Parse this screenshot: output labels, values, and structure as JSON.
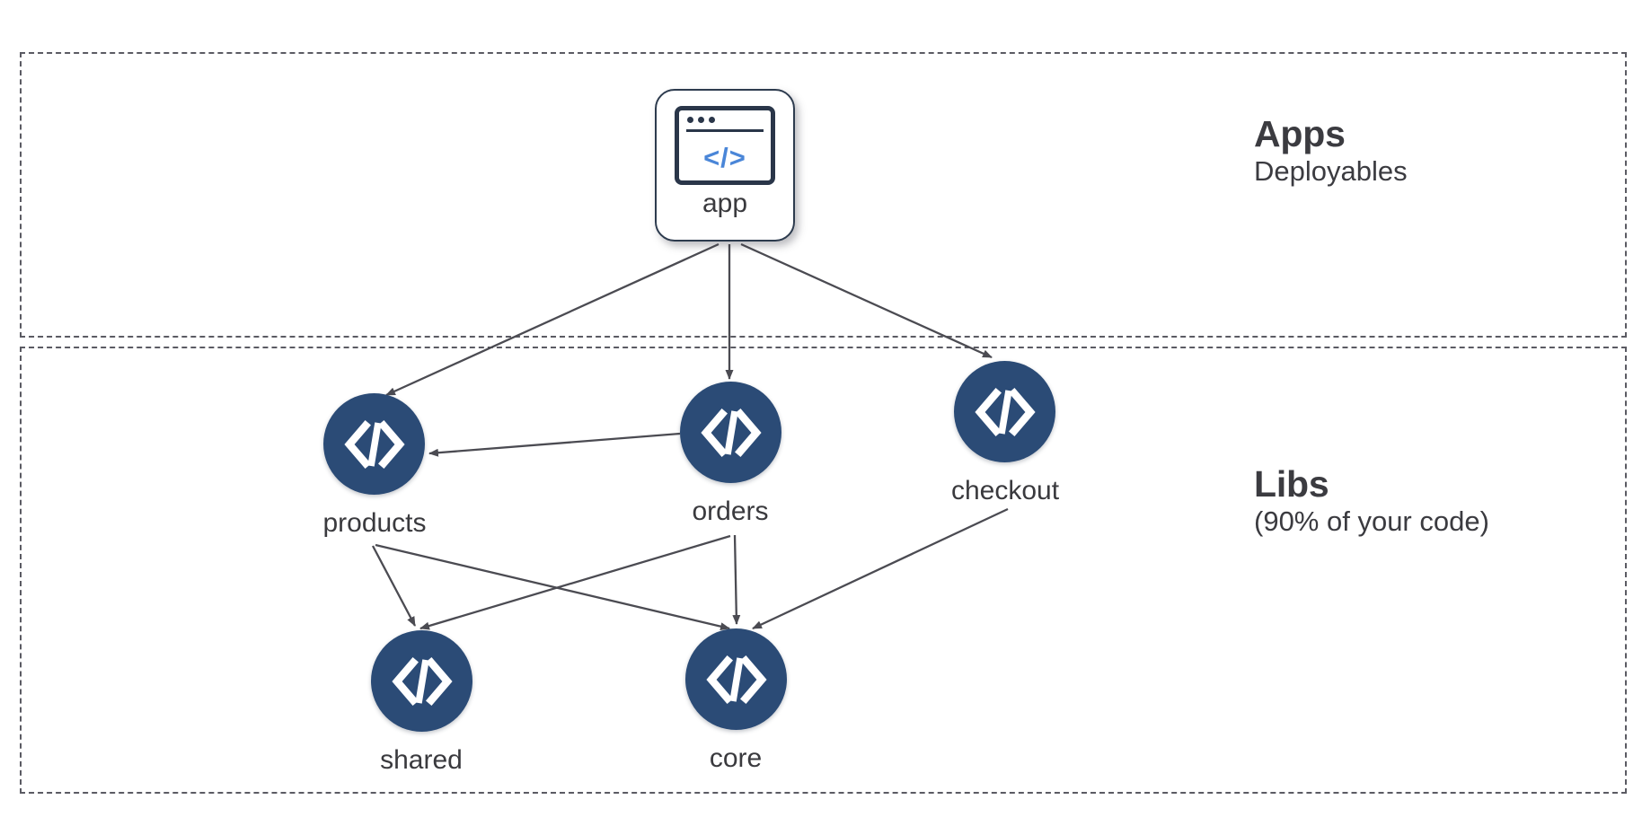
{
  "zones": [
    {
      "id": "apps",
      "title": "Apps",
      "subtitle": "Deployables"
    },
    {
      "id": "libs",
      "title": "Libs",
      "subtitle": "(90% of your code)"
    }
  ],
  "nodes": {
    "app": {
      "label": "app",
      "icon": "browser-code-icon",
      "code_glyph": "</>",
      "type": "app-card"
    },
    "products": {
      "label": "products",
      "icon": "code-brackets-icon",
      "type": "lib-circle"
    },
    "orders": {
      "label": "orders",
      "icon": "code-brackets-icon",
      "type": "lib-circle"
    },
    "checkout": {
      "label": "checkout",
      "icon": "code-brackets-icon",
      "type": "lib-circle"
    },
    "shared": {
      "label": "shared",
      "icon": "code-brackets-icon",
      "type": "lib-circle"
    },
    "core": {
      "label": "core",
      "icon": "code-brackets-icon",
      "type": "lib-circle"
    }
  },
  "edges": [
    {
      "from": "app",
      "to": "products"
    },
    {
      "from": "app",
      "to": "orders"
    },
    {
      "from": "app",
      "to": "checkout"
    },
    {
      "from": "orders",
      "to": "products"
    },
    {
      "from": "products",
      "to": "shared"
    },
    {
      "from": "products",
      "to": "core"
    },
    {
      "from": "orders",
      "to": "shared"
    },
    {
      "from": "orders",
      "to": "core"
    },
    {
      "from": "checkout",
      "to": "core"
    }
  ],
  "colors": {
    "lib_circle": "#2b4b76",
    "app_border": "#2d3b4e",
    "app_code": "#4a86d8",
    "edge": "#4b4b52",
    "zone_border": "#5b5b63",
    "text": "#3a3a3e",
    "background": "#ffffff"
  }
}
